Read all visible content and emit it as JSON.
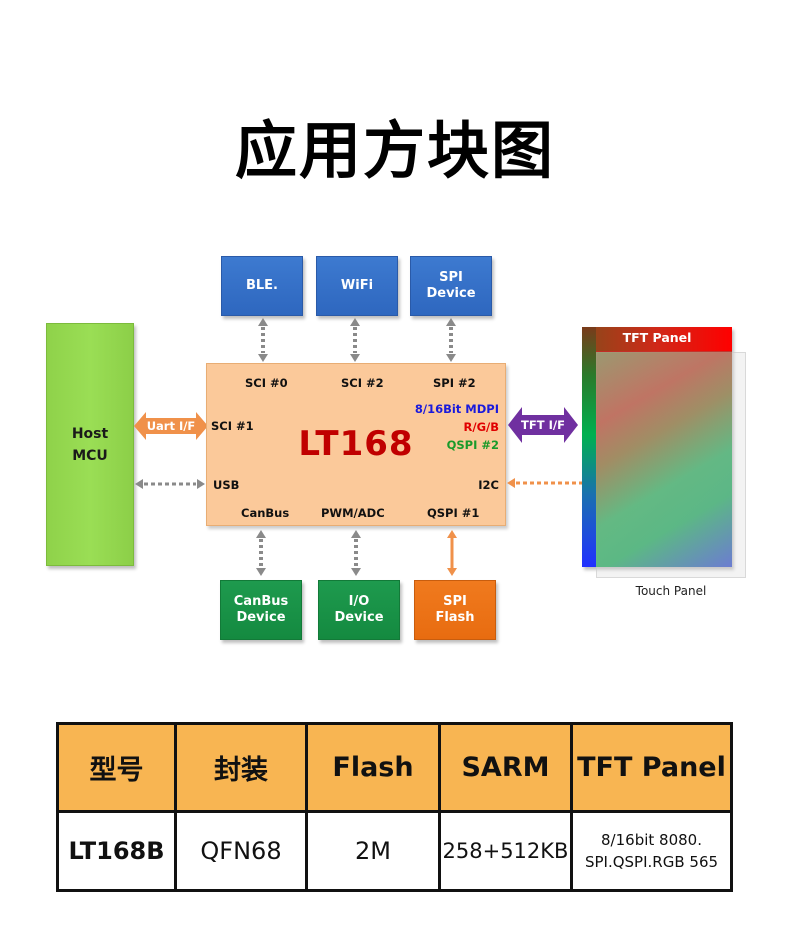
{
  "title": "应用方块图",
  "diagram": {
    "host": "Host\nMCU",
    "chip": {
      "name": "LT168",
      "ports": {
        "sci0": "SCI #0",
        "sci2": "SCI #2",
        "spi2": "SPI #2",
        "sci1": "SCI #1",
        "mdpi": "8/16Bit MDPI",
        "rgb": "R/G/B",
        "qspi2": "QSPI #2",
        "usb": "USB",
        "i2c": "I2C",
        "canbus": "CanBus",
        "pwm_adc": "PWM/ADC",
        "qspi1": "QSPI #1"
      },
      "port_colors": {
        "mdpi": "#1a1adc",
        "rgb": "#e00000",
        "qspi2": "#1a9a2a"
      }
    },
    "top_devices": [
      "BLE.",
      "WiFi",
      "SPI\nDevice"
    ],
    "bottom_devices": [
      "CanBus\nDevice",
      "I/O\nDevice",
      "SPI\nFlash"
    ],
    "uart_arrow": "Uart I/F",
    "tft_arrow": "TFT I/F",
    "tft_panel": "TFT Panel",
    "touch_panel": "Touch Panel",
    "colors": {
      "top_box": "#2e6cc4",
      "bottom_green": "#168c44",
      "bottom_orange": "#ec7014",
      "host": "#94d84e",
      "chip": "#fbc99a",
      "uart_arrow": "#f0914a",
      "tft_arrow": "#7030a0",
      "dashed_gray": "#8a8a8a",
      "dashed_orange": "#f0914a"
    }
  },
  "table": {
    "headers": [
      "型号",
      "封装",
      "Flash",
      "SARM",
      "TFT Panel"
    ],
    "rows": [
      [
        "LT168B",
        "QFN68",
        "2M",
        "258+512KB",
        "8/16bit 8080.\nSPI.QSPI.RGB 565"
      ]
    ],
    "header_color": "#f8b552"
  }
}
